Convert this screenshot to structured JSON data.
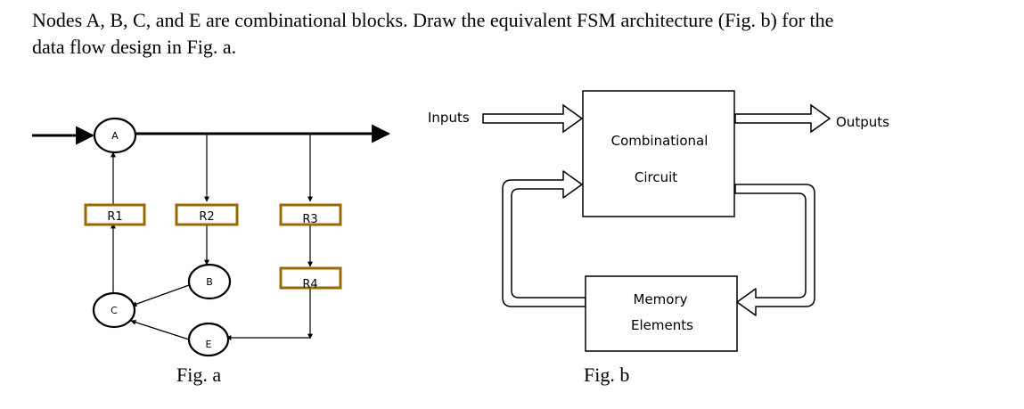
{
  "problem": {
    "line1": "Nodes A, B, C, and E are combinational blocks. Draw the equivalent FSM architecture (Fig. b) for the",
    "line2": "data flow design in Fig. a."
  },
  "fig_a": {
    "caption": "Fig. a",
    "nodes": {
      "a": "A",
      "b": "B",
      "c": "C",
      "e": "E"
    },
    "registers": {
      "r1": "R1",
      "r2": "R2",
      "r3": "R3",
      "r4": "R4"
    },
    "register_color": "#9a6a00"
  },
  "fig_b": {
    "caption": "Fig. b",
    "inputs_label": "Inputs",
    "outputs_label": "Outputs",
    "combinational_line1": "Combinational",
    "combinational_line2": "Circuit",
    "memory_line1": "Memory",
    "memory_line2": "Elements"
  }
}
